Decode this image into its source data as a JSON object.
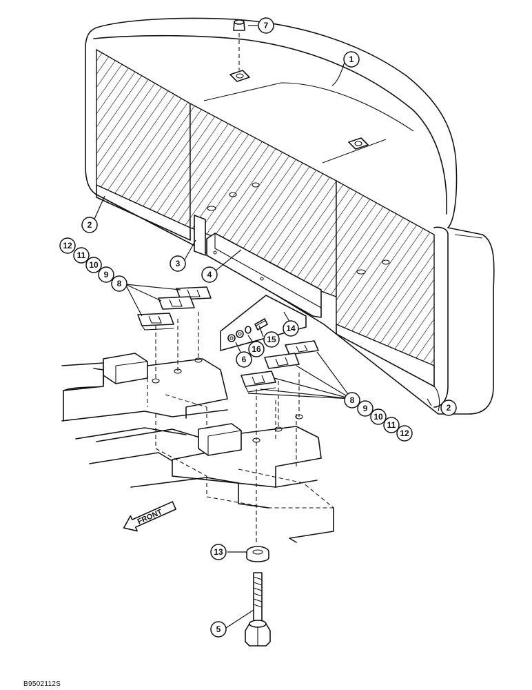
{
  "diagram": {
    "drawing_number": "B9502112S",
    "direction_label": "FRONT",
    "callouts": [
      {
        "id": "c7",
        "label": "7"
      },
      {
        "id": "c1",
        "label": "1"
      },
      {
        "id": "c2a",
        "label": "2"
      },
      {
        "id": "c2b",
        "label": "2"
      },
      {
        "id": "c3",
        "label": "3"
      },
      {
        "id": "c4",
        "label": "4"
      },
      {
        "id": "c14",
        "label": "14"
      },
      {
        "id": "c15",
        "label": "15"
      },
      {
        "id": "c16",
        "label": "16"
      },
      {
        "id": "c6",
        "label": "6"
      },
      {
        "id": "c12a",
        "label": "12"
      },
      {
        "id": "c11a",
        "label": "11"
      },
      {
        "id": "c10a",
        "label": "10"
      },
      {
        "id": "c9a",
        "label": "9"
      },
      {
        "id": "c8a",
        "label": "8"
      },
      {
        "id": "c8b",
        "label": "8"
      },
      {
        "id": "c9b",
        "label": "9"
      },
      {
        "id": "c10b",
        "label": "10"
      },
      {
        "id": "c11b",
        "label": "11"
      },
      {
        "id": "c12b",
        "label": "12"
      },
      {
        "id": "c13",
        "label": "13"
      },
      {
        "id": "c5",
        "label": "5"
      }
    ]
  }
}
